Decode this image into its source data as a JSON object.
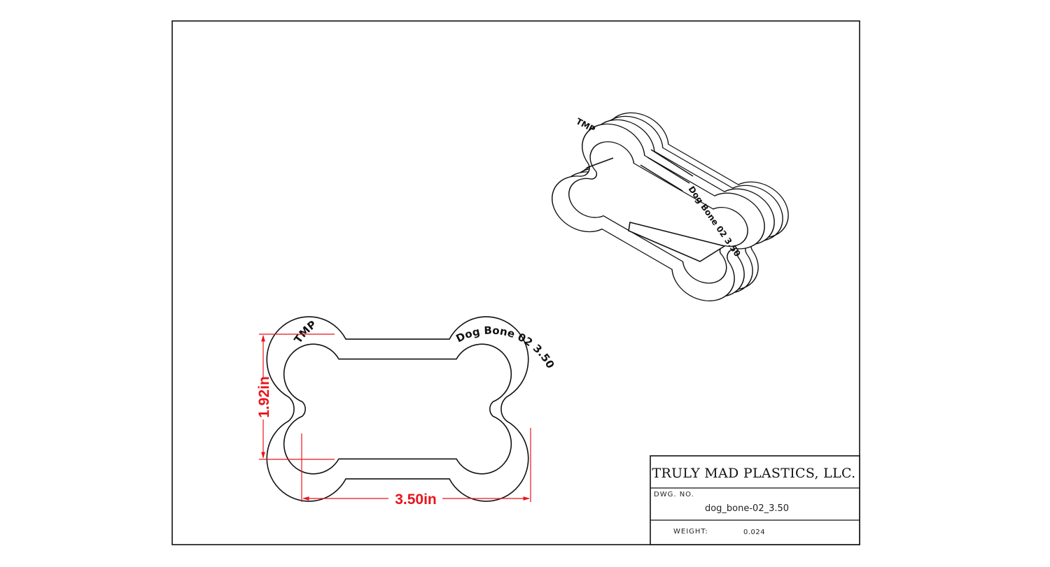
{
  "drawing": {
    "front_view": {
      "width_dimension": "3.50in",
      "height_dimension": "1.92in",
      "emboss_left": "TMP",
      "emboss_right": "Dog Bone 02  3.50"
    },
    "iso_view": {
      "emboss_left": "TMP",
      "emboss_right": "Dog Bone 02  3.50"
    }
  },
  "title_block": {
    "company": "TRULY MAD PLASTICS, LLC.",
    "dwg_no_label": "DWG. NO.",
    "dwg_no_value": "dog_bone-02_3.50",
    "weight_label": "WEIGHT:",
    "weight_value": "0.024"
  },
  "colors": {
    "dimension": "#e8141c",
    "line": "#111111"
  }
}
